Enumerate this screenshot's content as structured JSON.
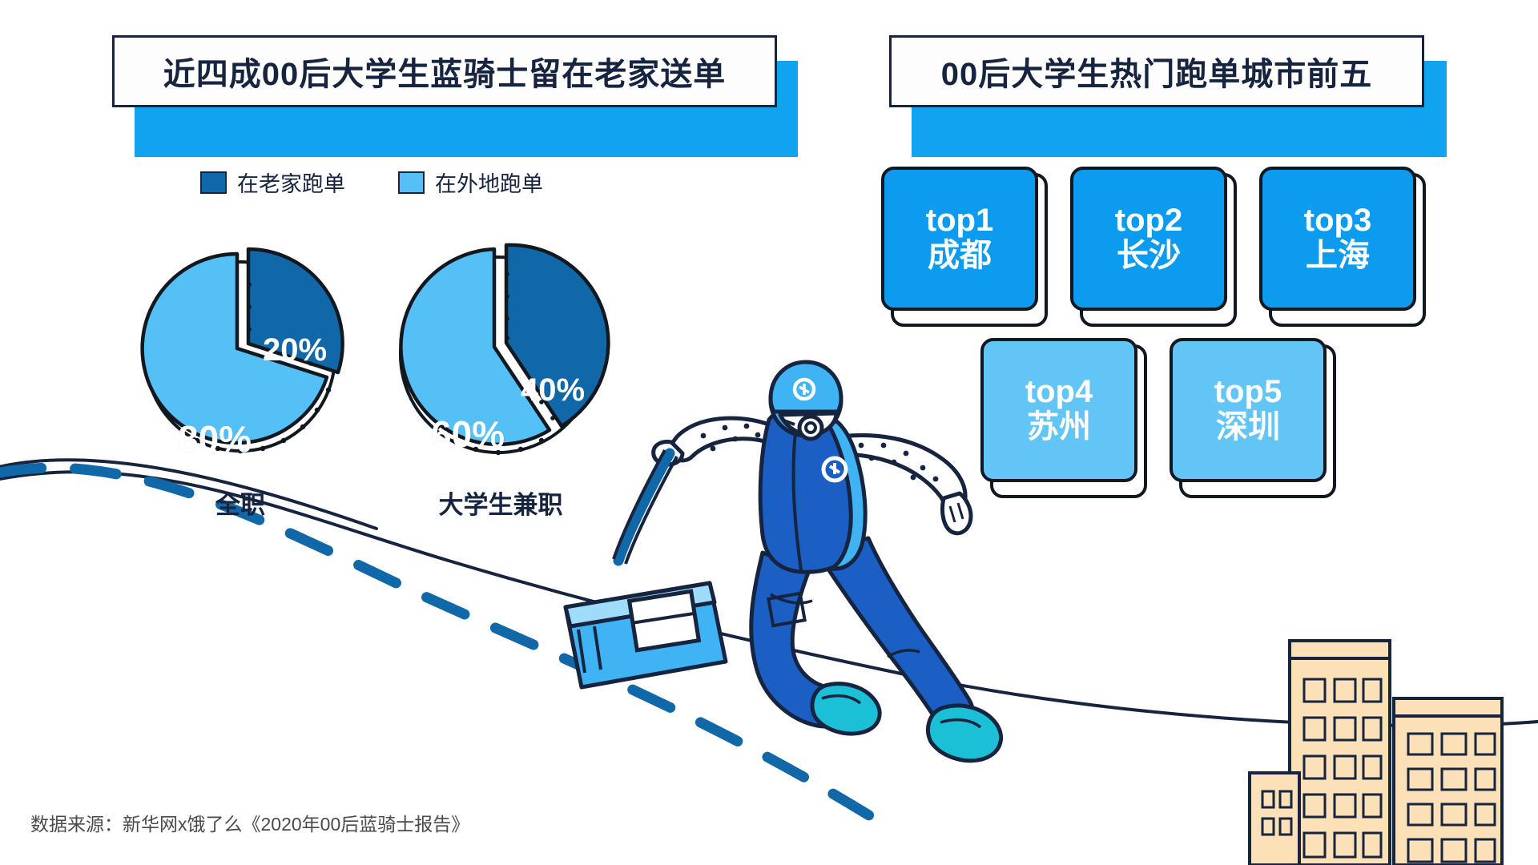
{
  "titles": {
    "left": "近四成00后大学生蓝骑士留在老家送单",
    "right": "00后大学生热门跑单城市前五"
  },
  "legend": {
    "items": [
      {
        "label": "在老家跑单",
        "color": "#1168A8"
      },
      {
        "label": "在外地跑单",
        "color": "#55C0F5"
      }
    ]
  },
  "chart_data": [
    {
      "type": "pie",
      "title": "全职",
      "categories": [
        "在老家跑单",
        "在外地跑单"
      ],
      "values": [
        20,
        80
      ],
      "labels": [
        "20%",
        "80%"
      ],
      "colors": [
        "#1168A8",
        "#55C0F5"
      ],
      "exploded_slice": 0,
      "legend_position": "top"
    },
    {
      "type": "pie",
      "title": "大学生兼职",
      "categories": [
        "在老家跑单",
        "在外地跑单"
      ],
      "values": [
        40,
        60
      ],
      "labels": [
        "40%",
        "60%"
      ],
      "colors": [
        "#1168A8",
        "#55C0F5"
      ],
      "exploded_slice": 0,
      "legend_position": "top"
    }
  ],
  "pies": {
    "full_time": {
      "caption": "全职",
      "home_pct": "20%",
      "away_pct": "80%"
    },
    "part_time": {
      "caption": "大学生兼职",
      "home_pct": "40%",
      "away_pct": "60%"
    }
  },
  "city_ranking": {
    "cards": [
      {
        "rank": "top1",
        "city": "成都",
        "color": "#0D9BF0"
      },
      {
        "rank": "top2",
        "city": "长沙",
        "color": "#0D9BF0"
      },
      {
        "rank": "top3",
        "city": "上海",
        "color": "#0D9BF0"
      },
      {
        "rank": "top4",
        "city": "苏州",
        "color": "#63C4F6"
      },
      {
        "rank": "top5",
        "city": "深圳",
        "color": "#63C4F6"
      }
    ]
  },
  "footer": {
    "source": "数据来源：新华网x饿了么《2020年00后蓝骑士报告》"
  },
  "palette": {
    "navy": "#16243F",
    "dark_blue": "#1168A8",
    "bright_blue": "#0D9BF0",
    "light_blue": "#55C0F5",
    "ink": "#111820"
  }
}
